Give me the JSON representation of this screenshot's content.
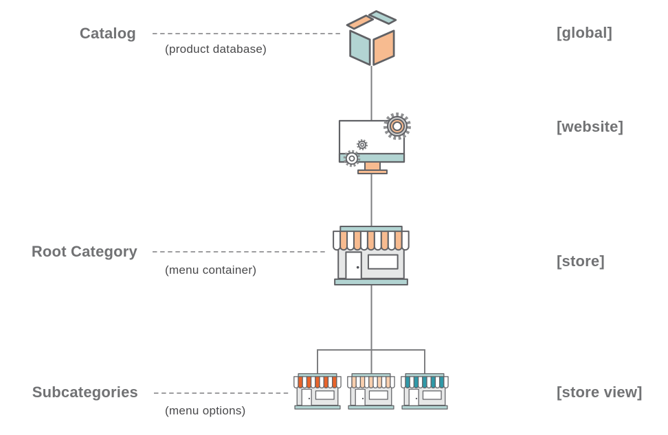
{
  "rows": {
    "catalog": {
      "label": "Catalog",
      "sublabel": "(product database)",
      "scope": "[global]",
      "icon": "open-box"
    },
    "website": {
      "scope": "[website]",
      "icon": "monitor-gears"
    },
    "store": {
      "label": "Root Category",
      "sublabel": "(menu container)",
      "scope": "[store]",
      "icon": "storefront"
    },
    "store_view": {
      "label": "Subcategories",
      "sublabel": "(menu options)",
      "scope": "[store view]",
      "icon": "storefront-trio"
    }
  },
  "store_view_awnings": [
    "orange",
    "peach",
    "teal"
  ],
  "colors": {
    "teal_light": "#b2d4d2",
    "teal_strong": "#2f99a8",
    "orange_light": "#f7bb90",
    "orange_strong": "#e8632a",
    "peach": "#f8cfae",
    "store_body": "#e6e7e7",
    "gear_gray": "#cdcdcd",
    "gear_mid": "#8f9092",
    "outline": "#606165",
    "line_gray": "#7d7e80",
    "dash_gray": "#8e8f91",
    "text_gray": "#717274",
    "text_dark": "#48484a"
  }
}
